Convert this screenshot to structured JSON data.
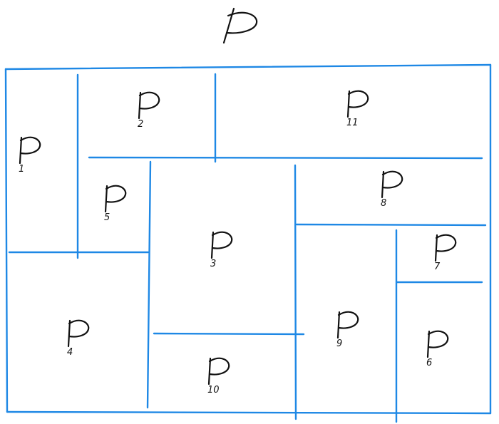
{
  "diagram": {
    "title_symbol": "P",
    "line_color": "#1e88e5",
    "ink_color": "#111111",
    "regions": [
      {
        "symbol": "P",
        "subscript": "1"
      },
      {
        "symbol": "P",
        "subscript": "2"
      },
      {
        "symbol": "P",
        "subscript": "11"
      },
      {
        "symbol": "P",
        "subscript": "5"
      },
      {
        "symbol": "P",
        "subscript": "8"
      },
      {
        "symbol": "P",
        "subscript": "3"
      },
      {
        "symbol": "P",
        "subscript": "7"
      },
      {
        "symbol": "P",
        "subscript": "4"
      },
      {
        "symbol": "P",
        "subscript": "9"
      },
      {
        "symbol": "P",
        "subscript": "6"
      },
      {
        "symbol": "P",
        "subscript": "10"
      }
    ]
  }
}
